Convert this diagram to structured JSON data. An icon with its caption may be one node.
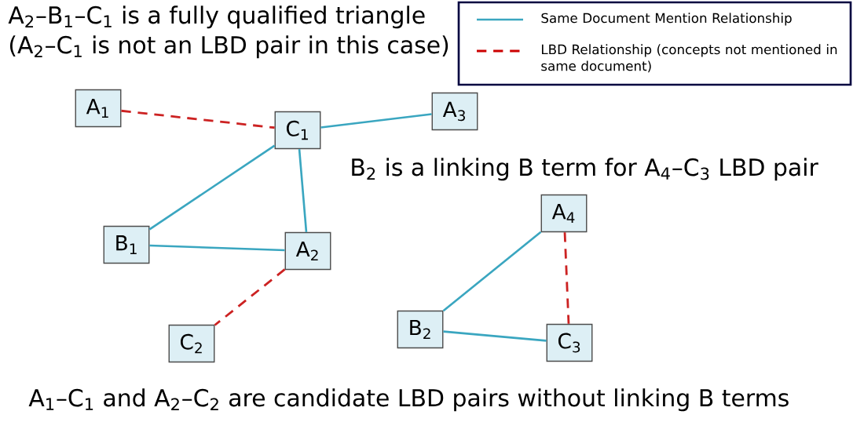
{
  "diagram": {
    "nodes": [
      {
        "text": [
          "A$_{1}$"
        ]
      },
      {
        "text": [
          "C$_{1}$"
        ]
      },
      {
        "text": [
          "A$_{3}$"
        ]
      },
      {
        "text": [
          "B$_{1}$"
        ]
      },
      {
        "text": [
          "A$_{2}$"
        ]
      },
      {
        "text": [
          "C$_{2}$"
        ]
      },
      {
        "text": [
          "A$_{4}$"
        ]
      },
      {
        "text": [
          "B$_{2}$"
        ]
      },
      {
        "text": [
          "C$_{3}$"
        ]
      }
    ],
    "edges": [
      {
        "from": 0,
        "to": 1,
        "arrow": "none",
        "style": "dashed",
        "color": "#cc2222"
      },
      {
        "from": 1,
        "to": 2,
        "arrow": "none"
      },
      {
        "from": 1,
        "to": 3,
        "arrow": "none"
      },
      {
        "from": 1,
        "to": 4,
        "arrow": "none"
      },
      {
        "from": 3,
        "to": 4,
        "arrow": "none"
      },
      {
        "from": 4,
        "to": 5,
        "arrow": "none",
        "style": "dashed",
        "color": "#cc2222"
      },
      {
        "from": 6,
        "to": 7,
        "arrow": "none"
      },
      {
        "from": 7,
        "to": 8,
        "arrow": "none"
      },
      {
        "from": 6,
        "to": 8,
        "arrow": "none",
        "style": "dashed",
        "color": "#cc2222"
      }
    ],
    "labels": [
      "A$_{2}$–B$_{1}$–C$_{1}$ is a fully qualified triangle",
      "(A$_{2}$–C$_{1}$ is not an LBD pair in this case)",
      "B$_{2}$ is a linking B term for A$_{4}$–C$_{3}$ LBD pair",
      "A$_{1}$–C$_{1}$ and A$_{2}$–C$_{2}$ are candidate LBD pairs without linking B terms"
    ],
    "legend": [
      {
        "text": "Same Document Mention Relationship"
      },
      {
        "text": "LBD Relationship (concepts not mentioned in same document)"
      }
    ]
  }
}
